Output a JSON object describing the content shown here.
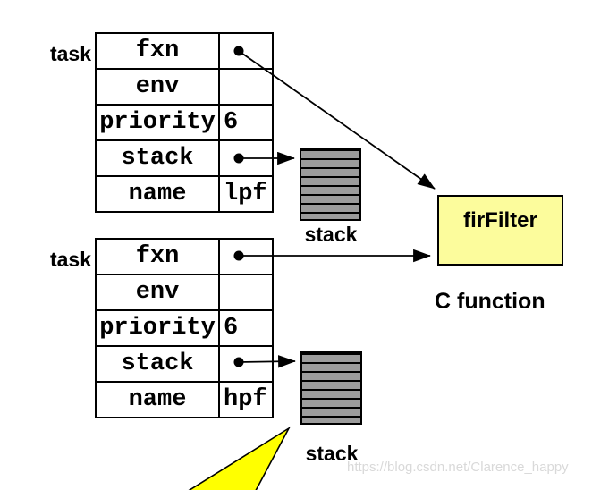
{
  "task1": {
    "label": "task",
    "rows": [
      {
        "field": "fxn",
        "value": "",
        "pointer": true
      },
      {
        "field": "env",
        "value": "",
        "pointer": false
      },
      {
        "field": "priority",
        "value": "6",
        "pointer": false
      },
      {
        "field": "stack",
        "value": "",
        "pointer": true
      },
      {
        "field": "name",
        "value": "lpf",
        "pointer": false
      }
    ],
    "stack_label": "stack"
  },
  "task2": {
    "label": "task",
    "rows": [
      {
        "field": "fxn",
        "value": "",
        "pointer": true
      },
      {
        "field": "env",
        "value": "",
        "pointer": false
      },
      {
        "field": "priority",
        "value": "6",
        "pointer": false
      },
      {
        "field": "stack",
        "value": "",
        "pointer": true
      },
      {
        "field": "name",
        "value": "hpf",
        "pointer": false
      }
    ],
    "stack_label": "stack"
  },
  "function_box": {
    "label": "firFilter",
    "caption": "C function"
  },
  "watermark": "https://blog.csdn.net/Clarence_happy",
  "colors": {
    "function_box_fill": "#fcfc9c",
    "triangle_fill": "#ffff00",
    "stack_stripe_gray": "#9c9c9c",
    "line_color": "#000000",
    "watermark_color": "#d9d9d9"
  },
  "icons": {
    "pointer_dot": "pointer-origin-dot",
    "arrow": "pointer-arrow"
  }
}
